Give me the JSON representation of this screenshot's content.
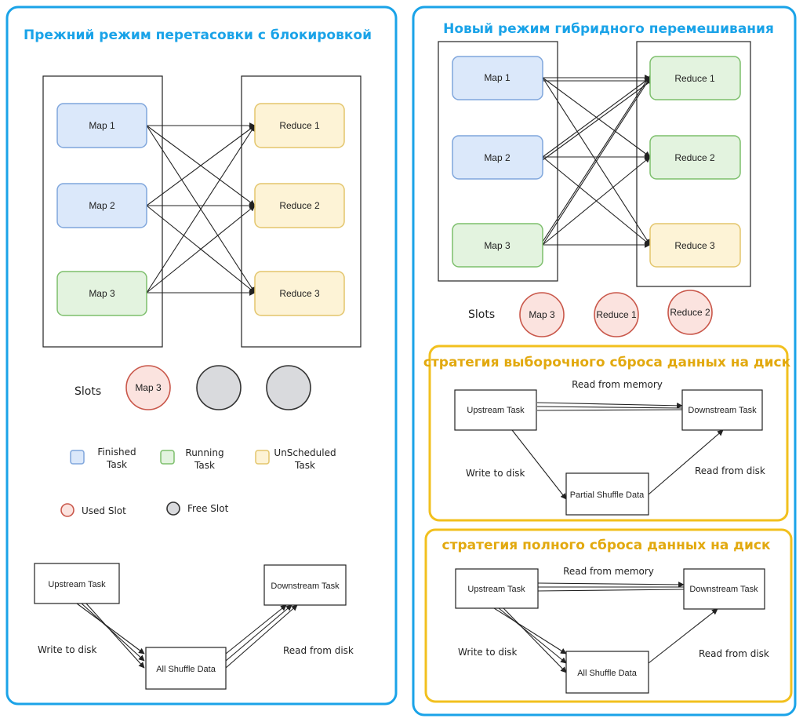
{
  "left_panel": {
    "title": "Прежний режим перетасовки с блокировкой",
    "maps": [
      "Map 1",
      "Map 2",
      "Map 3"
    ],
    "reduces": [
      "Reduce 1",
      "Reduce 2",
      "Reduce 3"
    ],
    "slots_label": "Slots",
    "slot_used": "Map 3",
    "legend": {
      "finished": [
        "Finished",
        "Task"
      ],
      "running": [
        "Running",
        "Task"
      ],
      "unscheduled": [
        "UnScheduled",
        "Task"
      ],
      "used_slot": "Used Slot",
      "free_slot": "Free Slot"
    },
    "flow": {
      "upstream": "Upstream Task",
      "downstream": "Downstream Task",
      "shuffle": "All Shuffle Data",
      "write": "Write to disk",
      "read": "Read from disk"
    }
  },
  "right_panel": {
    "title": "Новый режим гибридного перемешивания",
    "maps": [
      "Map 1",
      "Map 2",
      "Map 3"
    ],
    "reduces": [
      "Reduce 1",
      "Reduce 2",
      "Reduce 3"
    ],
    "slots_label": "Slots",
    "slots": [
      "Map 3",
      "Reduce 1",
      "Reduce 2"
    ],
    "selective": {
      "title": "стратегия выборочного сброса данных на диск",
      "upstream": "Upstream Task",
      "downstream": "Downstream Task",
      "shuffle": "Partial Shuffle Data",
      "memory": "Read from memory",
      "write": "Write to disk",
      "read": "Read from disk"
    },
    "full": {
      "title": "стратегия полного сброса данных на диск",
      "upstream": "Upstream Task",
      "downstream": "Downstream Task",
      "shuffle": "All Shuffle Data",
      "memory": "Read from memory",
      "write": "Write to disk",
      "read": "Read from disk"
    }
  },
  "colors": {
    "panel_border": "#1aa3e8",
    "strategy_border": "#f2c01e",
    "finished": "#7fa6dc",
    "running": "#7dbf6c",
    "unscheduled": "#e3c56b",
    "used_slot": "#c9574a"
  }
}
